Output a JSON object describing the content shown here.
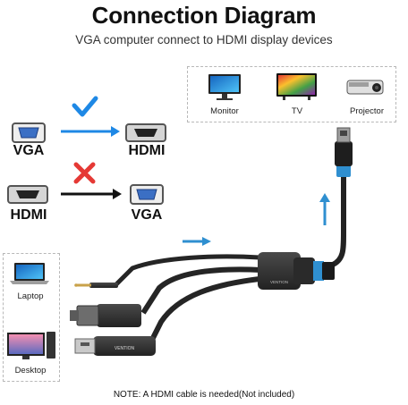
{
  "header": {
    "title": "Connection Diagram",
    "subtitle": "VGA computer connect to HDMI display devices"
  },
  "displays": [
    {
      "label": "Monitor",
      "icon": "monitor-icon"
    },
    {
      "label": "TV",
      "icon": "tv-icon"
    },
    {
      "label": "Projector",
      "icon": "projector-icon"
    }
  ],
  "compatibility": {
    "supported": {
      "from": "VGA",
      "to": "HDMI",
      "status_icon": "check-icon",
      "color": "#1e88e5"
    },
    "unsupported": {
      "from": "HDMI",
      "to": "VGA",
      "status_icon": "cross-icon",
      "color": "#e53935"
    }
  },
  "sources": [
    {
      "label": "Laptop",
      "icon": "laptop-icon"
    },
    {
      "label": "Desktop",
      "icon": "desktop-icon"
    }
  ],
  "adapter": {
    "brand": "VENTION",
    "accent_color": "#2f8fd0"
  },
  "note": "NOTE: A HDMI cable is needed(Not included)"
}
